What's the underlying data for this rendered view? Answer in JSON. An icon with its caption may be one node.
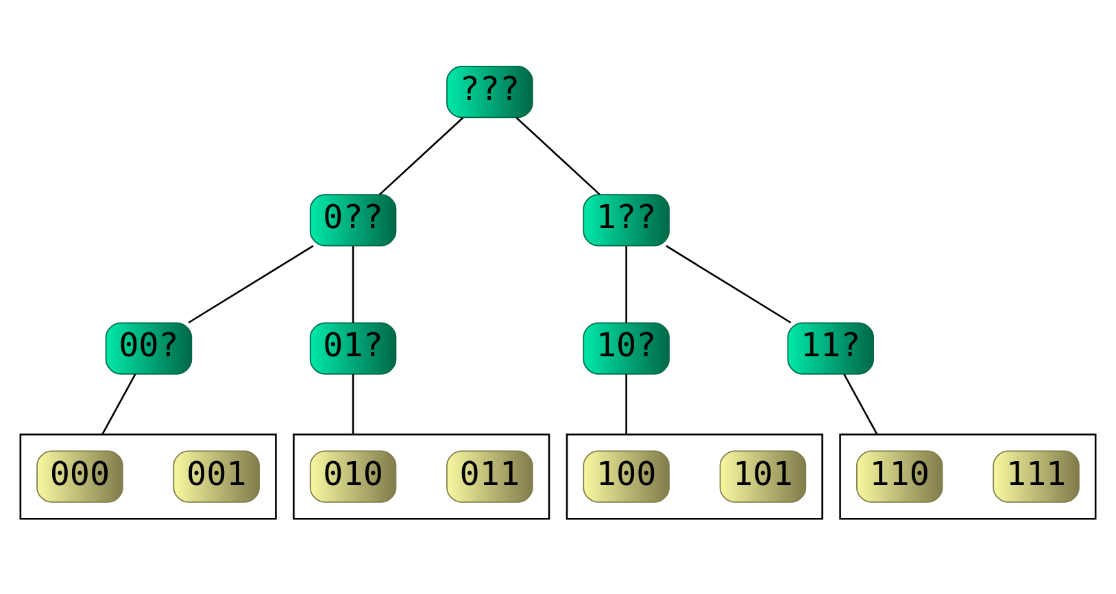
{
  "diagram": {
    "nodes": [
      {
        "text": [
          "???"
        ]
      },
      {
        "text": [
          "0??"
        ]
      },
      {
        "text": [
          "1??"
        ]
      },
      {
        "text": [
          "00?"
        ]
      },
      {
        "text": [
          "01?"
        ]
      },
      {
        "text": [
          "10?"
        ]
      },
      {
        "text": [
          "11?"
        ]
      },
      {
        "text": [],
        "shape": "box"
      },
      {
        "text": [
          "000"
        ],
        "in": 7
      },
      {
        "text": [
          "001"
        ],
        "in": 7
      },
      {
        "text": [],
        "shape": "box"
      },
      {
        "text": [
          "010"
        ],
        "in": 10
      },
      {
        "text": [
          "011"
        ],
        "in": 10
      },
      {
        "text": [],
        "shape": "box"
      },
      {
        "text": [
          "100"
        ],
        "in": 13
      },
      {
        "text": [
          "101"
        ],
        "in": 13
      },
      {
        "text": [],
        "shape": "box"
      },
      {
        "text": [
          "110"
        ],
        "in": 16
      },
      {
        "text": [
          "111"
        ],
        "in": 16
      }
    ],
    "edges": [
      {
        "from": 0,
        "to": 1,
        "arrow": "none"
      },
      {
        "from": 0,
        "to": 2,
        "arrow": "none"
      },
      {
        "from": 1,
        "to": 3,
        "arrow": "none"
      },
      {
        "from": 1,
        "to": 4,
        "arrow": "none"
      },
      {
        "from": 2,
        "to": 5,
        "arrow": "none"
      },
      {
        "from": 2,
        "to": 6,
        "arrow": "none"
      },
      {
        "from": 3,
        "to": 7,
        "arrow": "none"
      },
      {
        "from": 4,
        "to": 10,
        "arrow": "none"
      },
      {
        "from": 5,
        "to": 13,
        "arrow": "none"
      },
      {
        "from": 6,
        "to": 16,
        "arrow": "none"
      }
    ]
  }
}
